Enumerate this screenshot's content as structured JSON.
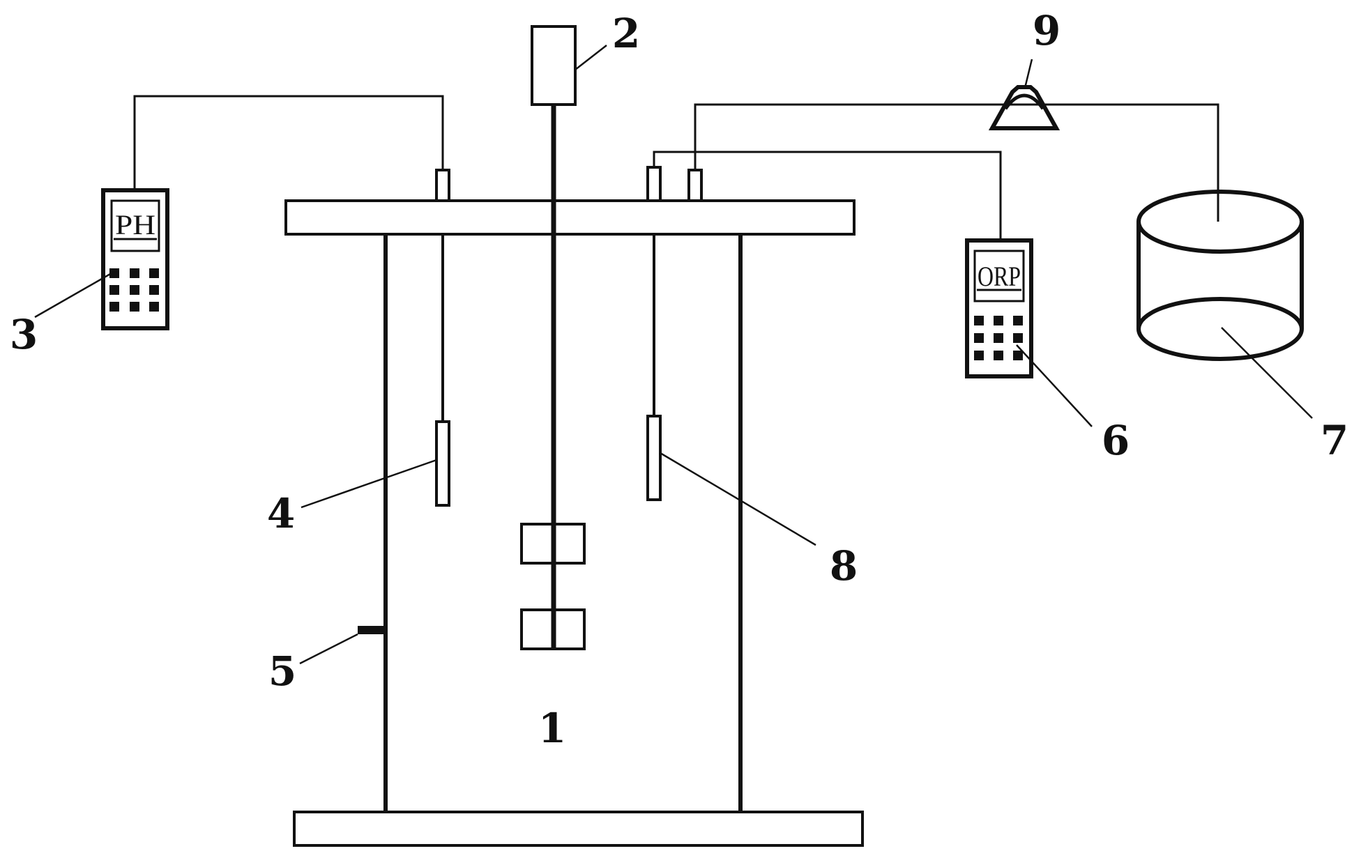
{
  "diagram": {
    "stroke_color": "#111111",
    "background": "#ffffff",
    "labels": {
      "reactor": "1",
      "motor": "2",
      "ph_meter": "3",
      "ph_probe": "4",
      "outlet": "5",
      "orp_meter": "6",
      "tank": "7",
      "orp_probe": "8",
      "pump": "9"
    },
    "meters": {
      "ph_display": "PH",
      "orp_display": "ORP"
    }
  }
}
